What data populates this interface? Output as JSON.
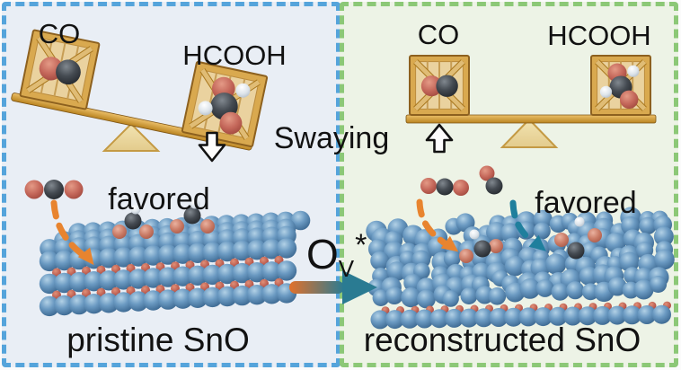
{
  "left_panel": {
    "co_label": "CO",
    "hcooh_label": "HCOOH",
    "favored_label": "favored",
    "caption": "pristine SnO",
    "seesaw_state": "tilted, HCOOH side down",
    "background": "#e9eef5",
    "border_color": "#55a4db"
  },
  "right_panel": {
    "co_label": "CO",
    "hcooh_label": "HCOOH",
    "favored_label": "favored",
    "caption": "reconstructed SnO",
    "seesaw_state": "balanced",
    "background": "#edf3e6",
    "border_color": "#8cc877"
  },
  "center": {
    "swaying_label": "Swaying",
    "ov_label": {
      "element": "O",
      "subscript": "V",
      "superscript": "*"
    }
  },
  "colors": {
    "sn_blue": "#6b9ac2",
    "lattice_o_red": "#b64f42",
    "adsorbate_o_pink": "#c97b66",
    "molecule_o_red": "#c4675a",
    "carbon_dark": "#3c4247",
    "hydrogen_white": "#dde4ea",
    "arrow_orange": "#e8842f",
    "arrow_teal": "#1f7f9d",
    "gradient_arrow_start": "#e2712b",
    "gradient_arrow_end": "#2a7b92",
    "wood_light": "#ecc06a",
    "wood_dark": "#b9831f",
    "text": "#121212"
  }
}
